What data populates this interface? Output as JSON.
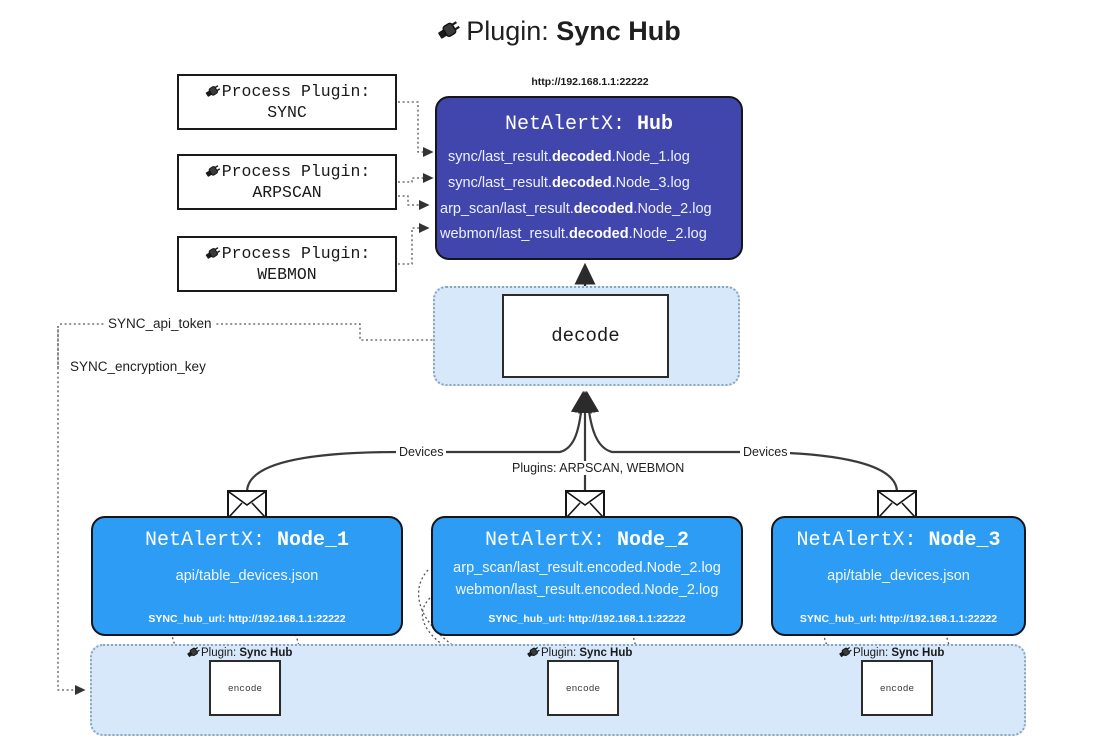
{
  "title": {
    "icon": "plug-icon",
    "prefix": "Plugin:",
    "name": "Sync Hub"
  },
  "process_plugins": [
    {
      "icon": "plug-icon",
      "line1": "Process Plugin:",
      "line2": "SYNC"
    },
    {
      "icon": "plug-icon",
      "line1": "Process Plugin:",
      "line2": "ARPSCAN"
    },
    {
      "icon": "plug-icon",
      "line1": "Process Plugin:",
      "line2": "WEBMON"
    }
  ],
  "hub": {
    "url": "http://192.168.1.1:22222",
    "title_prefix": "NetAlertX:",
    "title_name": "Hub",
    "color": "#4046ac",
    "logs": [
      {
        "pre": "sync/last_result.",
        "em": "decoded",
        "post": ".Node_1.log"
      },
      {
        "pre": "sync/last_result.",
        "em": "decoded",
        "post": ".Node_3.log"
      },
      {
        "pre": "arp_scan/last_result.",
        "em": "decoded",
        "post": ".Node_2.log"
      },
      {
        "pre": "webmon/last_result.",
        "em": "decoded",
        "post": ".Node_2.log"
      }
    ]
  },
  "decode": {
    "label": "decode",
    "group_color": "#d6e8fa"
  },
  "tokens": {
    "api_token": "SYNC_api_token",
    "encryption_key": "SYNC_encryption_key"
  },
  "edge_labels": {
    "devices_left": "Devices",
    "plugins_middle": "Plugins: ARPSCAN, WEBMON",
    "devices_right": "Devices"
  },
  "nodes": [
    {
      "title_prefix": "NetAlertX:",
      "title_name": "Node_1",
      "color": "#2d9cf5",
      "lines": [
        "api/table_devices.json"
      ],
      "hub_url_label": "SYNC_hub_url: http://192.168.1.1:22222",
      "envelope_icon": "envelope-icon"
    },
    {
      "title_prefix": "NetAlertX:",
      "title_name": "Node_2",
      "color": "#2d9cf5",
      "lines": [
        "arp_scan/last_result.encoded.Node_2.log",
        "webmon/last_result.encoded.Node_2.log"
      ],
      "hub_url_label": "SYNC_hub_url: http://192.168.1.1:22222",
      "envelope_icon": "envelope-icon"
    },
    {
      "title_prefix": "NetAlertX:",
      "title_name": "Node_3",
      "color": "#2d9cf5",
      "lines": [
        "api/table_devices.json"
      ],
      "hub_url_label": "SYNC_hub_url: http://192.168.1.1:22222",
      "envelope_icon": "envelope-icon"
    }
  ],
  "encode_band": {
    "color": "#d6e8fa",
    "items": [
      {
        "icon": "plug-icon",
        "cap_prefix": "Plugin:",
        "cap_name": "Sync Hub",
        "label": "encode"
      },
      {
        "icon": "plug-icon",
        "cap_prefix": "Plugin:",
        "cap_name": "Sync Hub",
        "label": "encode"
      },
      {
        "icon": "plug-icon",
        "cap_prefix": "Plugin:",
        "cap_name": "Sync Hub",
        "label": "encode"
      }
    ]
  }
}
